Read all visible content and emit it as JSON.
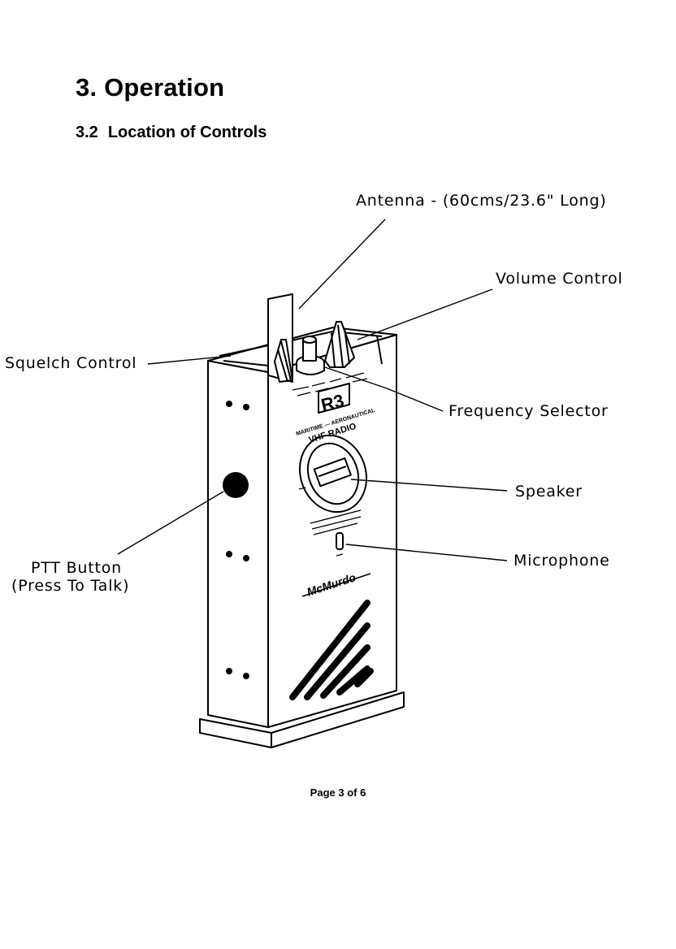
{
  "section": {
    "heading": "3. Operation",
    "sub_number": "3.2",
    "sub_title": "Location of Controls"
  },
  "callouts": {
    "antenna": "Antenna - (60cms/23.6\" Long)",
    "volume": "Volume Control",
    "squelch": "Squelch Control",
    "frequency": "Frequency Selector",
    "speaker": "Speaker",
    "microphone": "Microphone",
    "ptt_line1": "PTT Button",
    "ptt_line2": "(Press To Talk)"
  },
  "radio": {
    "display_code": "R3",
    "band_text": "MARITIME — AERONAUTICAL",
    "type_text": "VHF RADIO",
    "brand": "McMurdo"
  },
  "footer": {
    "page": "Page 3 of 6"
  }
}
